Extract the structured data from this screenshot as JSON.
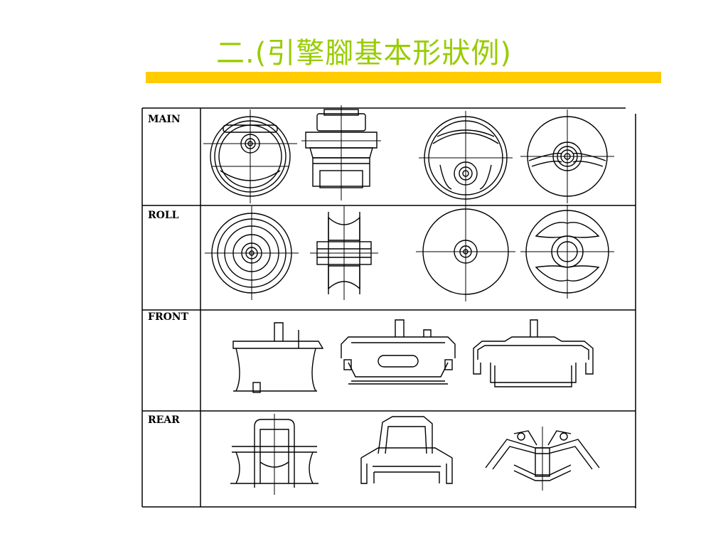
{
  "slide": {
    "title": "二.(引擎腳基本形狀例)",
    "accent_bar_color": "#ffcc00",
    "title_color": "#99cc00"
  },
  "figure": {
    "rows": [
      {
        "label": "MAIN"
      },
      {
        "label": "ROLL"
      },
      {
        "label": "FRONT"
      },
      {
        "label": "REAR"
      }
    ]
  }
}
